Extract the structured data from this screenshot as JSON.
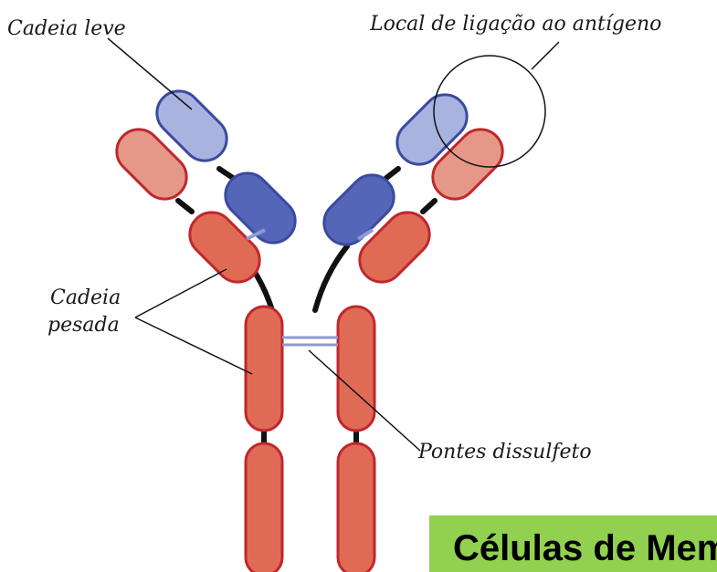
{
  "labels": {
    "light_chain": "Cadeia leve",
    "antigen_site": "Local de ligação ao antígeno",
    "heavy_chain_line1": "Cadeia",
    "heavy_chain_line2": "pesada",
    "disulfide_bridges": "Pontes dissulfeto"
  },
  "banner": {
    "text": "Células de Memória"
  },
  "colors": {
    "light_chain_pale": "#a8b3e0",
    "light_chain_dark": "#5566b8",
    "light_chain_stroke": "#3a4aa0",
    "heavy_chain_pale": "#e59888",
    "heavy_chain": "#e06b55",
    "heavy_chain_stroke": "#c0272d",
    "disulfide": "#8e9ad6",
    "banner_bg": "#92d050"
  }
}
